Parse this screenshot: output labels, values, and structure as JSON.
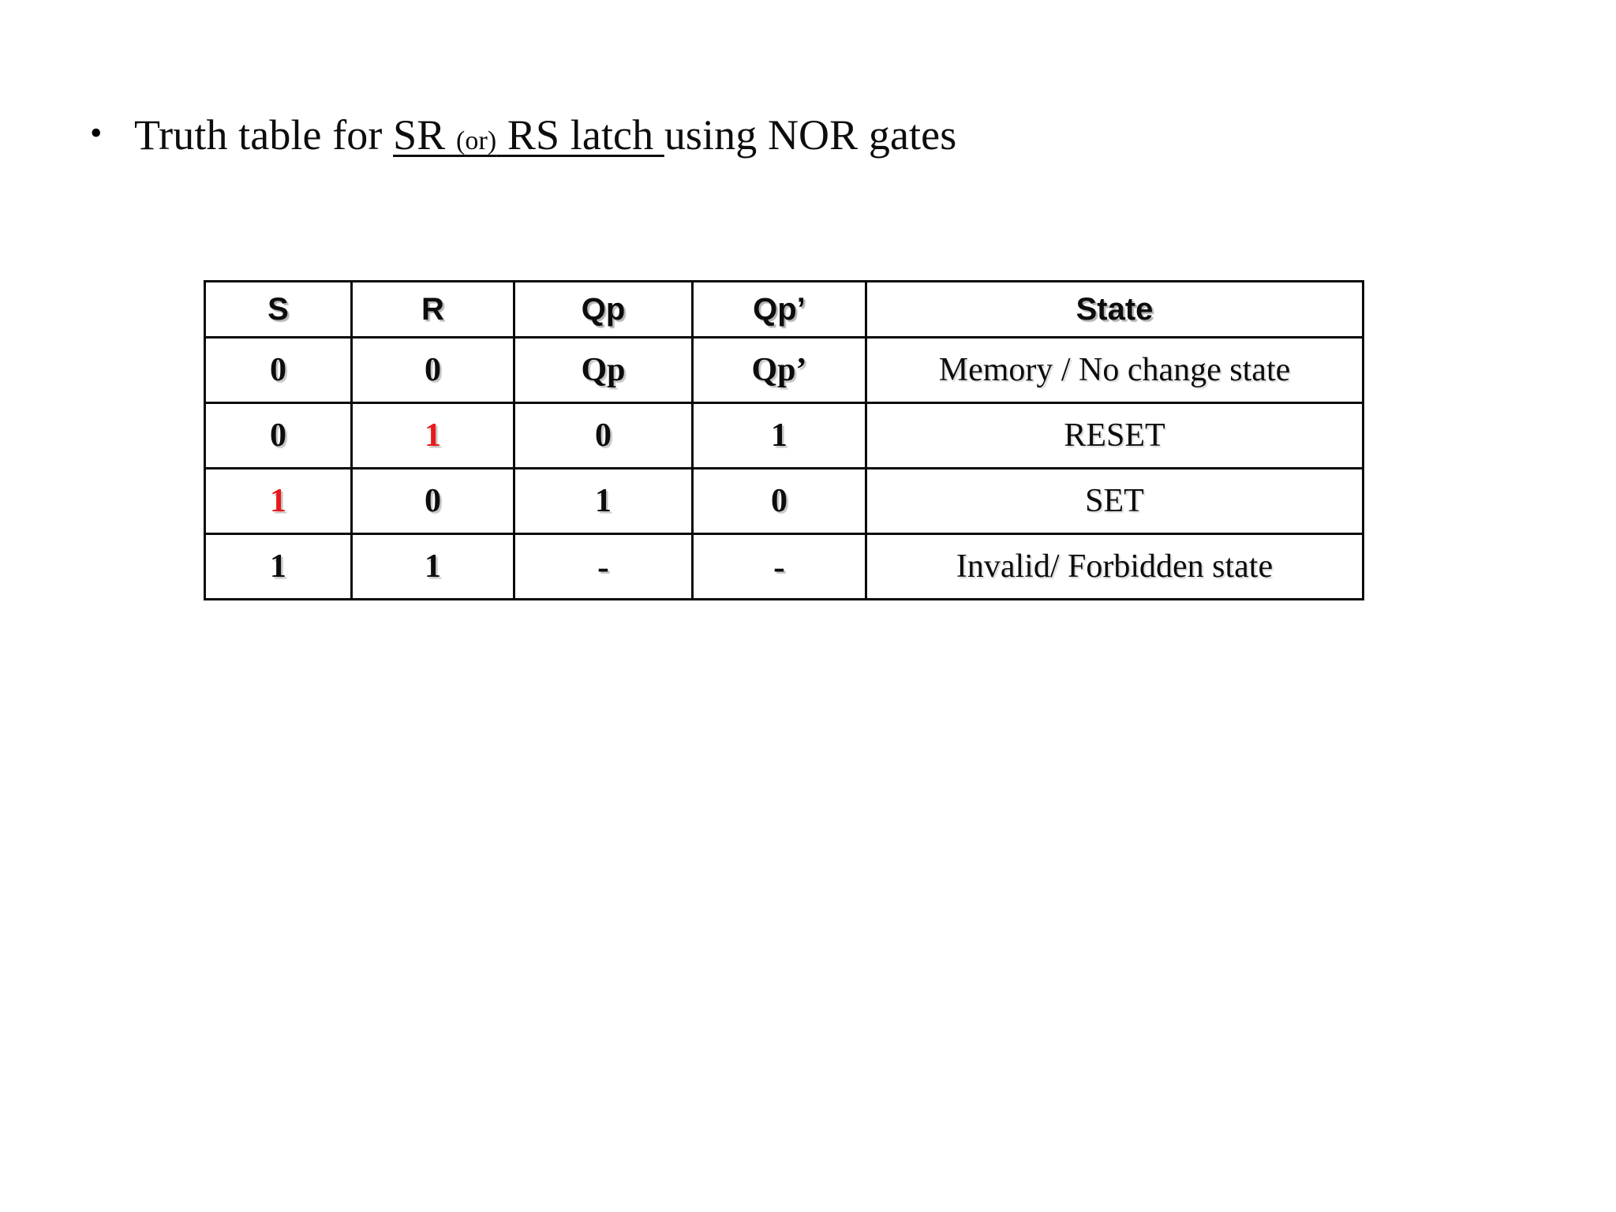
{
  "slide": {
    "background_color": "#ffffff",
    "bullet_glyph": "•",
    "title": {
      "prefix": "Truth table for ",
      "underlined_sr": "SR ",
      "underlined_or": "(or)",
      "underlined_rs": " RS latch ",
      "suffix": "using NOR gates",
      "full_text": "Truth table for SR (or) RS latch using NOR gates"
    }
  },
  "colors": {
    "header_orange": "#f8c092",
    "header_blue": "#bedfe4",
    "header_pink": "#e3baba",
    "red_highlight": "#e8191b",
    "border": "#0a0a0a",
    "text": "#0d0d0d"
  },
  "chart_data": {
    "type": "table",
    "title": "Truth table for SR (or) RS latch using NOR gates",
    "columns": [
      "S",
      "R",
      "Qp",
      "Qp’",
      "State"
    ],
    "column_colors": [
      "#f8c092",
      "#f8c092",
      "#bedfe4",
      "#bedfe4",
      "#e3baba"
    ],
    "rows": [
      {
        "S": "0",
        "R": "0",
        "Qp": "Qp",
        "Qpn": "Qp’",
        "State": "Memory / No change state",
        "S_red": false,
        "R_red": false
      },
      {
        "S": "0",
        "R": "1",
        "Qp": "0",
        "Qpn": "1",
        "State": "RESET",
        "S_red": false,
        "R_red": true
      },
      {
        "S": "1",
        "R": "0",
        "Qp": "1",
        "Qpn": "0",
        "State": "SET",
        "S_red": true,
        "R_red": false
      },
      {
        "S": "1",
        "R": "1",
        "Qp": "-",
        "Qpn": "-",
        "State": "Invalid/ Forbidden state",
        "S_red": false,
        "R_red": false
      }
    ]
  },
  "table": {
    "headers": {
      "s": "S",
      "r": "R",
      "qp": "Qp",
      "qpn": "Qp’",
      "state": "State"
    },
    "rows": [
      {
        "s": "0",
        "r": "0",
        "qp": "Qp",
        "qpn": "Qp’",
        "state": "Memory / No change state"
      },
      {
        "s": "0",
        "r": "1",
        "qp": "0",
        "qpn": "1",
        "state": "RESET"
      },
      {
        "s": "1",
        "r": "0",
        "qp": "1",
        "qpn": "0",
        "state": "SET"
      },
      {
        "s": "1",
        "r": "1",
        "qp": "-",
        "qpn": "-",
        "state": "Invalid/ Forbidden state"
      }
    ]
  }
}
